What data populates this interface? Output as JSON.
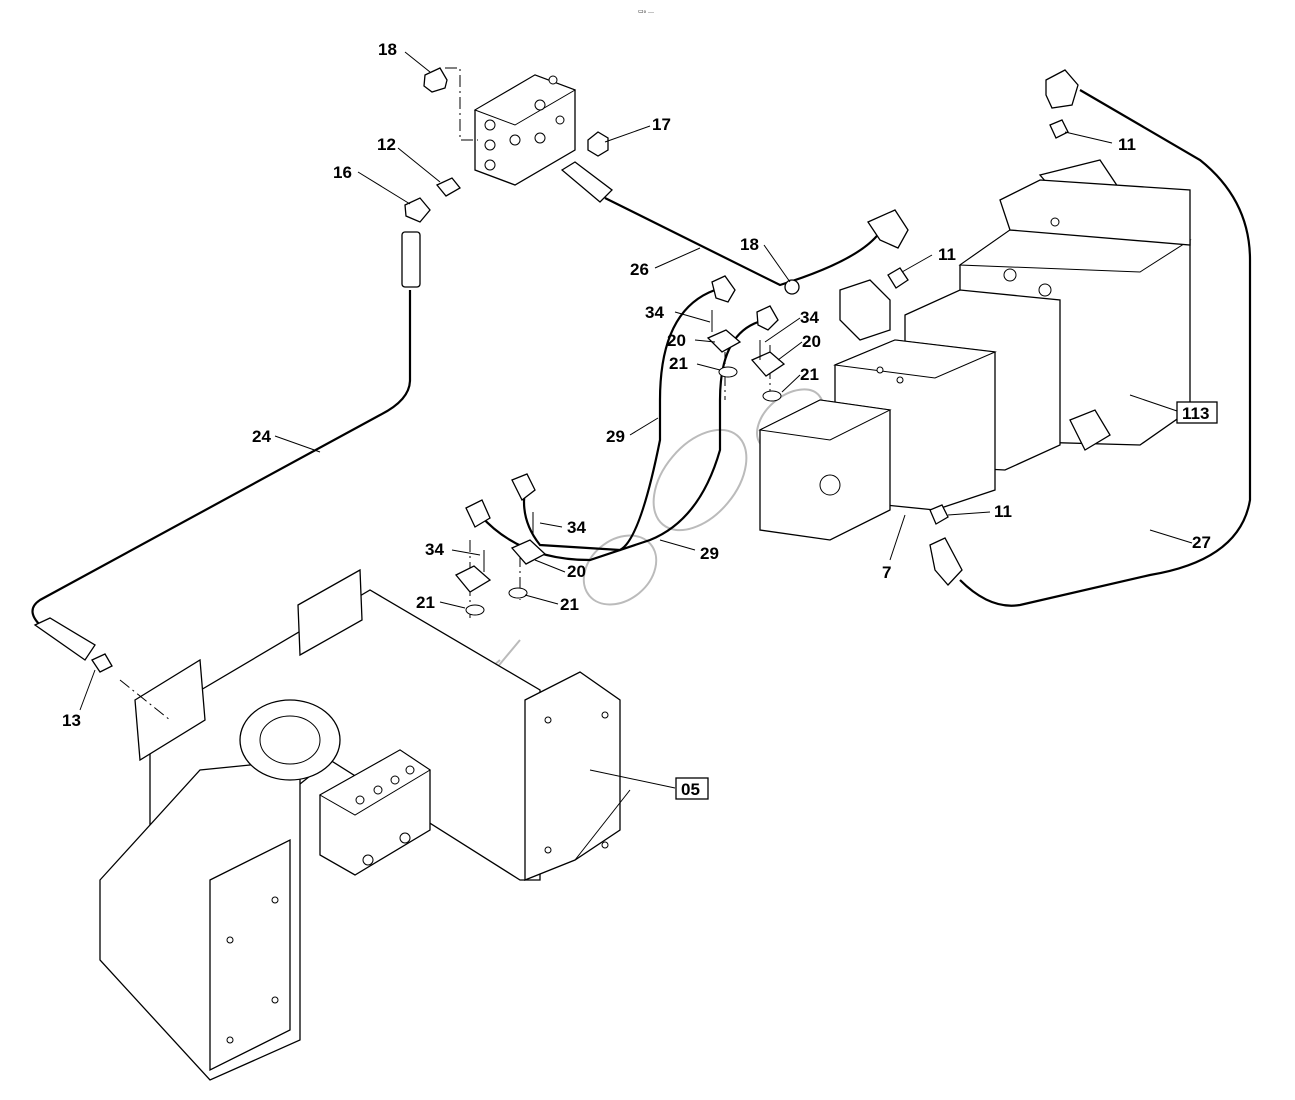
{
  "header_mark": "▭₀ …",
  "callouts": {
    "c18a": "18",
    "c12": "12",
    "c16": "16",
    "c17": "17",
    "c11a": "11",
    "c18b": "18",
    "c11b": "11",
    "c26": "26",
    "c34a": "34",
    "c34b": "34",
    "c20a": "20",
    "c20b": "20",
    "c21a": "21",
    "c21b": "21",
    "c24": "24",
    "c29a": "29",
    "c34c": "34",
    "c34d": "34",
    "c29b": "29",
    "c20c": "20",
    "c21c": "21",
    "c21d": "21",
    "c11c": "11",
    "c27": "27",
    "c7": "7",
    "c13": "13"
  },
  "assemblies": {
    "a113": "113",
    "a05": "05"
  }
}
